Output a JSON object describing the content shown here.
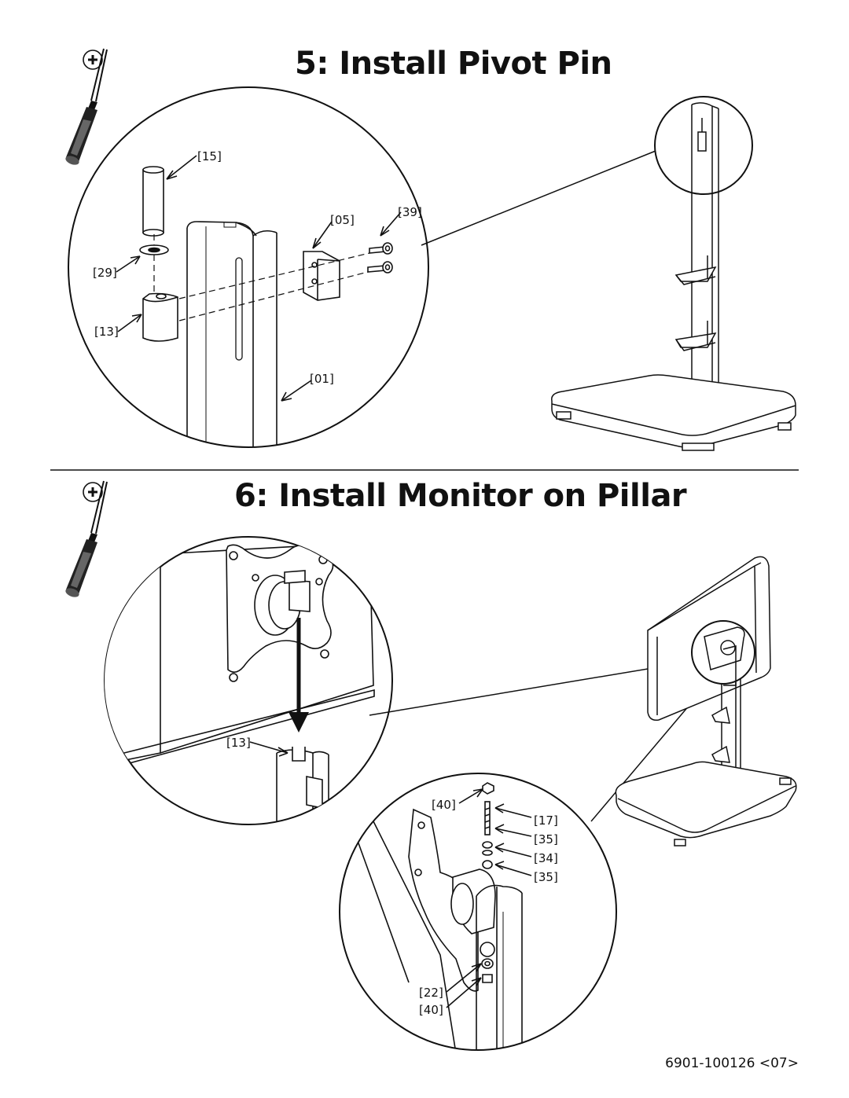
{
  "step5": {
    "title": "5: Install Pivot Pin",
    "callouts": [
      "[15]",
      "[05]",
      "[39]",
      "[29]",
      "[13]",
      "[01]"
    ]
  },
  "step6": {
    "title": "6: Install Monitor on Pillar",
    "callouts": [
      "[13]",
      "[40]",
      "[17]",
      "[35]",
      "[34]",
      "[35]",
      "[22]",
      "[40]"
    ]
  },
  "footer": {
    "doc_code": "6901-100126 <07>"
  },
  "icons": {
    "tool": "phillips-screwdriver-icon",
    "tool_tip": "phillips-head-icon"
  }
}
